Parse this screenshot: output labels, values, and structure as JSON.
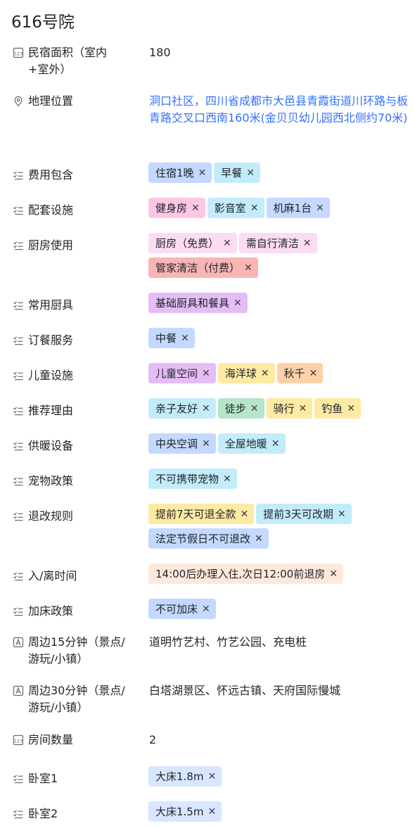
{
  "title": "616号院",
  "colors": {
    "blue": "#c4d9ff",
    "cyan": "#c3ecfb",
    "pink": "#fcc6e4",
    "lightpink": "#fbdcf3",
    "red": "#f9b4b4",
    "purple": "#e5bdf6",
    "yellow": "#ffeaa3",
    "orange": "#fdd1a8",
    "green": "#b6e5c9",
    "peach": "#fde9dc",
    "paleblue": "#d8e6ff",
    "link": "#3370ff"
  },
  "fields": [
    {
      "icon": "number-icon",
      "label": "民宿面积（室内+室外）",
      "type": "text",
      "value": "180"
    },
    {
      "icon": "location-icon",
      "label": "地理位置",
      "type": "link",
      "value": "洞口社区，四川省成都市大邑县青霞街道川环路与板青路交叉口西南160米(金贝贝幼儿园西北侧约70米)"
    },
    {
      "icon": "multiselect-icon",
      "label": "费用包含",
      "type": "tags",
      "tags": [
        {
          "text": "住宿1晚",
          "color": "blue"
        },
        {
          "text": "早餐",
          "color": "cyan"
        }
      ]
    },
    {
      "icon": "multiselect-icon",
      "label": "配套设施",
      "type": "tags",
      "tags": [
        {
          "text": "健身房",
          "color": "pink"
        },
        {
          "text": "影音室",
          "color": "cyan"
        },
        {
          "text": "机麻1台",
          "color": "blue"
        }
      ]
    },
    {
      "icon": "multiselect-icon",
      "label": "厨房使用",
      "type": "tags",
      "tags": [
        {
          "text": "厨房（免费）",
          "color": "lightpink"
        },
        {
          "text": "需自行清洁",
          "color": "lightpink"
        },
        {
          "text": "管家清洁（付费）",
          "color": "red"
        }
      ]
    },
    {
      "icon": "multiselect-icon",
      "label": "常用厨具",
      "type": "tags",
      "tags": [
        {
          "text": "基础厨具和餐具",
          "color": "purple"
        }
      ]
    },
    {
      "icon": "multiselect-icon",
      "label": "订餐服务",
      "type": "tags",
      "tags": [
        {
          "text": "中餐",
          "color": "blue"
        }
      ]
    },
    {
      "icon": "multiselect-icon",
      "label": "儿童设施",
      "type": "tags",
      "tags": [
        {
          "text": "儿童空间",
          "color": "purple"
        },
        {
          "text": "海洋球",
          "color": "yellow"
        },
        {
          "text": "秋千",
          "color": "orange"
        }
      ]
    },
    {
      "icon": "multiselect-icon",
      "label": "推荐理由",
      "type": "tags",
      "tags": [
        {
          "text": "亲子友好",
          "color": "cyan"
        },
        {
          "text": "徒步",
          "color": "green"
        },
        {
          "text": "骑行",
          "color": "yellow"
        },
        {
          "text": "钓鱼",
          "color": "yellow"
        }
      ]
    },
    {
      "icon": "multiselect-icon",
      "label": "供暖设备",
      "type": "tags",
      "tags": [
        {
          "text": "中央空调",
          "color": "blue"
        },
        {
          "text": "全屋地暖",
          "color": "cyan"
        }
      ]
    },
    {
      "icon": "multiselect-icon",
      "label": "宠物政策",
      "type": "tags",
      "tags": [
        {
          "text": "不可携带宠物",
          "color": "cyan"
        }
      ]
    },
    {
      "icon": "multiselect-icon",
      "label": "退改规则",
      "type": "tags",
      "tags": [
        {
          "text": "提前7天可退全款",
          "color": "yellow"
        },
        {
          "text": "提前3天可改期",
          "color": "cyan"
        },
        {
          "text": "法定节假日不可退改",
          "color": "blue"
        }
      ]
    },
    {
      "icon": "multiselect-icon",
      "label": "入/离时间",
      "type": "tags",
      "tags": [
        {
          "text": "14:00后办理入住,次日12:00前退房",
          "color": "peach"
        }
      ]
    },
    {
      "icon": "multiselect-icon",
      "label": "加床政策",
      "type": "tags",
      "tags": [
        {
          "text": "不可加床",
          "color": "blue"
        }
      ]
    },
    {
      "icon": "text-icon",
      "label": "周边15分钟（景点/游玩/小镇）",
      "type": "text",
      "value": "道明竹艺村、竹艺公园、充电桩"
    },
    {
      "icon": "text-icon",
      "label": "周边30分钟（景点/游玩/小镇）",
      "type": "text",
      "value": "白塔湖景区、怀远古镇、天府国际慢城"
    },
    {
      "icon": "number-icon",
      "label": "房间数量",
      "type": "text",
      "value": "2"
    },
    {
      "icon": "multiselect-icon",
      "label": "卧室1",
      "type": "tags",
      "tags": [
        {
          "text": "大床1.8m",
          "color": "paleblue"
        }
      ]
    },
    {
      "icon": "multiselect-icon",
      "label": "卧室2",
      "type": "tags",
      "tags": [
        {
          "text": "大床1.5m",
          "color": "paleblue"
        }
      ]
    }
  ]
}
